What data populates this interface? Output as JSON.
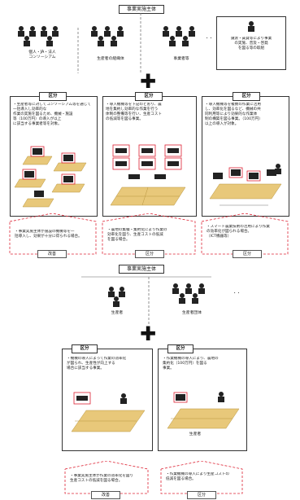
{
  "top": {
    "header": "事業実施主体",
    "groups": [
      {
        "label": "個人・JA・法人\nコンソーシアム"
      },
      {
        "label": "生産者の組織体"
      },
      {
        "label": "事業者等"
      }
    ],
    "note_box": "譲渡・賃貸等により事業\nの実施、普及・啓発\nを図る等の取組"
  },
  "panels": [
    {
      "tag": "区分",
      "text": "・生産者等に対してコンソーシアム等を通じて一括導入し効率的な\n作業の実施を図るため、機械・施設\n等（100万円）の導入が以上\nに該当する事業者等を対象。",
      "footer": "・事業実施主体が施設の機械等を一\n括導入し、効果が十分に得られる場合。",
      "bottom_tag": "改善"
    },
    {
      "tag": "区分",
      "text": "・導入機械等を下記のとおり、農\n地を集約し効率的な作業を行う\n体制の整備等を行い、生産コスト\nの低減等を図る事業。",
      "footer": "・農地の集積・集約化により作業の\n効率化を図り、生産コストの低減\nを図る場合。",
      "bottom_tag": "区分"
    },
    {
      "tag": "区分",
      "text": "・導入機械等を複数の作業に活用\nし、効率化を図るなど、機械の共\n同利用等により効果的な作業体\n制の構築を図る事業。（100万円）\n以上の導入が対象。",
      "footer": "・スマート農業技術の活用により作業\nの効率化が図られる場合。\n（ICT機器等）",
      "bottom_tag": "区分"
    }
  ],
  "middle": {
    "header": "事業実施主体",
    "groups": [
      {
        "label": "生産者"
      },
      {
        "label": "生産者団体"
      }
    ]
  },
  "lower_panels": [
    {
      "tag": "区分",
      "text": "・機械の導入によって作業の効率化\nが図られ、生産性が向上する\n場合に該当する事業。",
      "ground_label": "",
      "footer": "・事業実施主体が作業の効率化を図り\n生産コストの低減を図る場合。",
      "bottom_tag": "改善"
    },
    {
      "tag": "区分",
      "text": "・作業機械の導入により、農地の\n集約化（100万円）を図る\n事業。",
      "ground_label": "生産者",
      "footer": "・作業機械の導入により生産コストの\n低減を図る場合。",
      "bottom_tag": "区分"
    }
  ],
  "colors": {
    "accent": "#dd2233",
    "ground": "#e8c87a",
    "line": "#333333"
  }
}
